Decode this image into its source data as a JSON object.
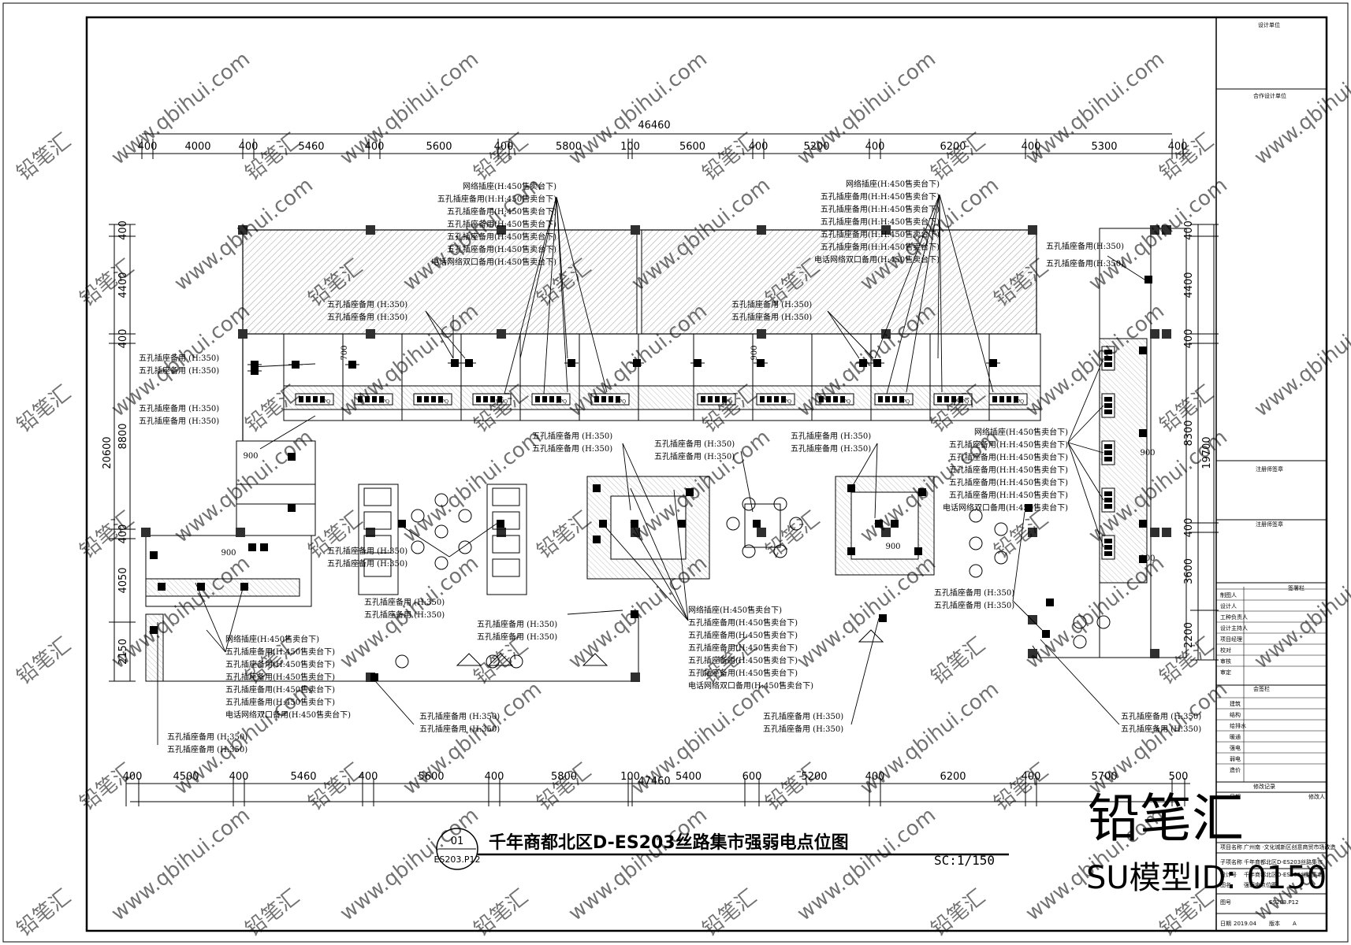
{
  "drawing": {
    "title": "千年商都北区D-ES203丝路集市强弱电点位图",
    "scale": "SC:1/150",
    "sheet_no": "01",
    "sheet_ref": "ES203.P12"
  },
  "dimensions": {
    "top_total": "46460",
    "top": [
      "400",
      "4000",
      "400",
      "5460",
      "400",
      "5600",
      "400",
      "5800",
      "100",
      "5600",
      "400",
      "5200",
      "400",
      "6200",
      "400",
      "5300",
      "400"
    ],
    "bottom_total": "47460",
    "bottom": [
      "400",
      "4500",
      "400",
      "5460",
      "400",
      "5600",
      "400",
      "5800",
      "100",
      "5400",
      "600",
      "5200",
      "400",
      "6200",
      "400",
      "5700",
      "500"
    ],
    "left_total": "20600",
    "left": [
      "400",
      "4400",
      "400",
      "8800",
      "400",
      "4050",
      "2150"
    ],
    "right_total": "19700",
    "right": [
      "400",
      "4400",
      "400",
      "8300",
      "400",
      "3600",
      "2200"
    ],
    "inner": [
      "900",
      "900",
      "900",
      "900",
      "900",
      "900",
      "700"
    ]
  },
  "annotations": {
    "net_group_top_left": [
      "网络插座(H:450售卖台下)",
      "五孔插座备用(H:H:450售卖台下)",
      "五孔插座备用(H:450售卖台下)",
      "五孔插座备用(H:450售卖台下)",
      "五孔插座备用(H:450售卖台下)",
      "五孔插座备用(H:450售卖台下)",
      "电话网络双口备用(H:450售卖台下)"
    ],
    "net_group_top_right": [
      "网络插座(H:450售卖台下)",
      "五孔插座备用(H:H:450售卖台下)",
      "五孔插座备用(H:H:450售卖台下)",
      "五孔插座备用(H:H:450售卖台下)",
      "五孔插座备用(H:H:450售卖台下)",
      "五孔插座备用(H:H:450售卖台下)",
      "电话网络双口备用(H:450售卖台下)"
    ],
    "net_group_right": [
      "网络插座(H:450售卖台下)",
      "五孔插座备用(H:H:450售卖台下)",
      "五孔插座备用(H:H:450售卖台下)",
      "五孔插座备用(H:H:450售卖台下)",
      "五孔插座备用(H:H:450售卖台下)",
      "五孔插座备用(H:H:450售卖台下)",
      "电话网络双口备用(H:450售卖台下)"
    ],
    "net_group_center": [
      "网络插座(H:450售卖台下)",
      "五孔插座备用(H:450售卖台下)",
      "五孔插座备用(H:450售卖台下)",
      "五孔插座备用(H:450售卖台下)",
      "五孔插座备用(H:450售卖台下)",
      "五孔插座备用(H:450售卖台下)",
      "电话网络双口备用(H:450售卖台下)"
    ],
    "net_group_bottom_left": [
      "网络插座(H:450售卖台下)",
      "五孔插座备用(H:450售卖台下)",
      "五孔插座备用(H:450售卖台下)",
      "五孔插座备用(H:450售卖台下)",
      "五孔插座备用(H:450售卖台下)",
      "五孔插座备用(H:450售卖台下)",
      "电话网络双口备用(H:450售卖台下)"
    ],
    "pair_label_1": "五孔插座备用 (H:350)",
    "pair_label_2": "五孔插座备用 (H:350)",
    "pair_label_a": "五孔插座备用(H:350)",
    "pair_label_b": "五孔插座备用(H:350)",
    "pair_label_c": "五孔插座备用(H:350)",
    "pair_label_d": "五孔插座备用(H:350)",
    "socket_tag": "EPQ"
  },
  "title_block": {
    "design_unit": "设计单位",
    "coop_unit": "合作设计单位",
    "reg_seal": "注册师签章",
    "reg_seal2": "注册师签章",
    "sign": "签署栏",
    "roles": [
      "制图人",
      "设计人",
      "工种负责人",
      "设计主持人",
      "项目经理",
      "校对",
      "审核",
      "审定"
    ],
    "countersign": "会签栏",
    "disciplines": [
      "建筑",
      "结构",
      "给排水",
      "暖通",
      "强电",
      "弱电",
      "造价"
    ],
    "revision": "修改记录",
    "revision_cols": [
      "日期",
      "修改人"
    ],
    "project_label": "项目名称",
    "project": "广州南 ·文化城新区创意商贸市场改造",
    "subproject_label": "子项名称",
    "subproject": "千年商都北区D-ES203丝路集市",
    "design_no_label": "设计号",
    "design_no": "千年商都北区D-ES203丝路集市",
    "drawing_name_label": "图名",
    "drawing_name": "强弱电点位图",
    "drawing_no_label": "图号",
    "drawing_no": "ES203.P12",
    "date_label": "日期",
    "date": "2019.04",
    "version_label": "版本",
    "version": "A"
  },
  "watermark": {
    "text": "www.qbihui.com",
    "brand": "铅笔汇",
    "logo_cn": "铅笔汇",
    "logo_id": "SU模型ID: 0150"
  }
}
